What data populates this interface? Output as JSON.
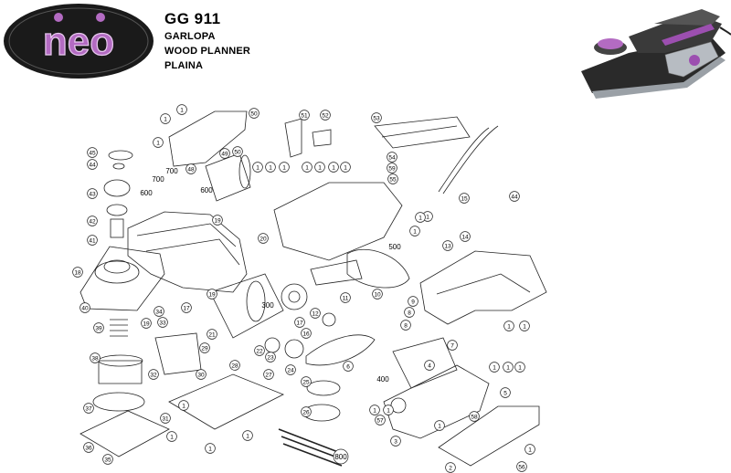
{
  "brand": {
    "logo_text": "neo",
    "colors": {
      "logo_bg": "#1a1a1a",
      "logo_letters": "#b36bc2",
      "accent": "#9c4fb0"
    }
  },
  "header": {
    "model": "GG 911",
    "titles": [
      "GARLOPA",
      "WOOD PLANNER",
      "PLAINA"
    ]
  },
  "diagram": {
    "callouts": [
      {
        "id": "c1",
        "label": "1"
      },
      {
        "id": "c2",
        "label": "1"
      },
      {
        "id": "c3",
        "label": "1"
      },
      {
        "id": "c4",
        "label": "1"
      },
      {
        "id": "c5",
        "label": "1"
      },
      {
        "id": "c6",
        "label": "1"
      },
      {
        "id": "c7",
        "label": "1"
      },
      {
        "id": "c8",
        "label": "1"
      },
      {
        "id": "c9",
        "label": "1"
      },
      {
        "id": "c10",
        "label": "1"
      },
      {
        "id": "c11",
        "label": "1"
      },
      {
        "id": "c12",
        "label": "1"
      },
      {
        "id": "c13",
        "label": "1"
      },
      {
        "id": "c14",
        "label": "1"
      },
      {
        "id": "c15",
        "label": "1"
      },
      {
        "id": "c16",
        "label": "1"
      },
      {
        "id": "c17",
        "label": "1"
      },
      {
        "id": "c18",
        "label": "1"
      },
      {
        "id": "c19",
        "label": "1"
      },
      {
        "id": "c20",
        "label": "1"
      },
      {
        "id": "c21",
        "label": "1"
      },
      {
        "id": "c22",
        "label": "1"
      },
      {
        "id": "c23",
        "label": "1"
      },
      {
        "id": "c24",
        "label": "1"
      },
      {
        "id": "c25",
        "label": "1"
      },
      {
        "id": "c26",
        "label": "1"
      },
      {
        "id": "c30",
        "label": "2"
      },
      {
        "id": "c31",
        "label": "3"
      },
      {
        "id": "c32",
        "label": "4"
      },
      {
        "id": "c33",
        "label": "5"
      },
      {
        "id": "c34",
        "label": "6"
      },
      {
        "id": "c35",
        "label": "7"
      },
      {
        "id": "c36",
        "label": "8"
      },
      {
        "id": "c37",
        "label": "8"
      },
      {
        "id": "c38",
        "label": "9"
      },
      {
        "id": "c39",
        "label": "10"
      },
      {
        "id": "c40",
        "label": "11"
      },
      {
        "id": "c41",
        "label": "12"
      },
      {
        "id": "c42",
        "label": "13"
      },
      {
        "id": "c43",
        "label": "14"
      },
      {
        "id": "c44",
        "label": "15"
      },
      {
        "id": "c45",
        "label": "16"
      },
      {
        "id": "c46",
        "label": "17"
      },
      {
        "id": "c47",
        "label": "17"
      },
      {
        "id": "c48",
        "label": "18"
      },
      {
        "id": "c49",
        "label": "19"
      },
      {
        "id": "c50",
        "label": "19"
      },
      {
        "id": "c51",
        "label": "19"
      },
      {
        "id": "c52",
        "label": "20"
      },
      {
        "id": "c53",
        "label": "21"
      },
      {
        "id": "c54",
        "label": "22"
      },
      {
        "id": "c55",
        "label": "23"
      },
      {
        "id": "c56",
        "label": "24"
      },
      {
        "id": "c57",
        "label": "25"
      },
      {
        "id": "c58",
        "label": "26"
      },
      {
        "id": "c59",
        "label": "27"
      },
      {
        "id": "c60",
        "label": "28"
      },
      {
        "id": "c61",
        "label": "29"
      },
      {
        "id": "c62",
        "label": "30"
      },
      {
        "id": "c63",
        "label": "31"
      },
      {
        "id": "c64",
        "label": "32"
      },
      {
        "id": "c65",
        "label": "33"
      },
      {
        "id": "c66",
        "label": "34"
      },
      {
        "id": "c67",
        "label": "35"
      },
      {
        "id": "c68",
        "label": "36"
      },
      {
        "id": "c69",
        "label": "37"
      },
      {
        "id": "c70",
        "label": "38"
      },
      {
        "id": "c71",
        "label": "39"
      },
      {
        "id": "c72",
        "label": "40"
      },
      {
        "id": "c73",
        "label": "41"
      },
      {
        "id": "c74",
        "label": "42"
      },
      {
        "id": "c75",
        "label": "43"
      },
      {
        "id": "c76",
        "label": "44"
      },
      {
        "id": "c77",
        "label": "44"
      },
      {
        "id": "c78",
        "label": "45"
      },
      {
        "id": "c79",
        "label": "48"
      },
      {
        "id": "c80",
        "label": "49"
      },
      {
        "id": "c81",
        "label": "50"
      },
      {
        "id": "c82",
        "label": "50"
      },
      {
        "id": "c83",
        "label": "51"
      },
      {
        "id": "c84",
        "label": "52"
      },
      {
        "id": "c85",
        "label": "53"
      },
      {
        "id": "c86",
        "label": "54"
      },
      {
        "id": "c87",
        "label": "55"
      },
      {
        "id": "c88",
        "label": "56"
      },
      {
        "id": "c89",
        "label": "57"
      },
      {
        "id": "c90",
        "label": "58"
      },
      {
        "id": "c91",
        "label": "59"
      }
    ],
    "size_labels": [
      {
        "id": "s1",
        "label": "700"
      },
      {
        "id": "s2",
        "label": "700"
      },
      {
        "id": "s3",
        "label": "600"
      },
      {
        "id": "s4",
        "label": "600"
      },
      {
        "id": "s5",
        "label": "500"
      },
      {
        "id": "s6",
        "label": "300"
      },
      {
        "id": "s7",
        "label": "400"
      },
      {
        "id": "s8",
        "label": "800"
      }
    ]
  }
}
